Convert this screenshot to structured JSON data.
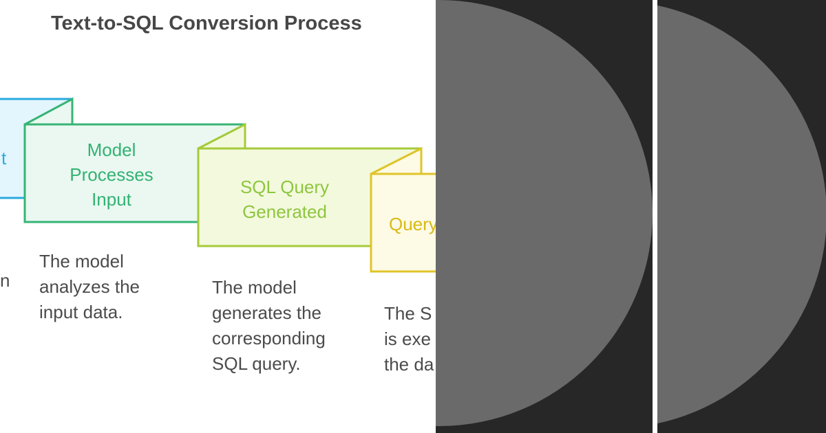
{
  "title": "Text-to-SQL Conversion Process",
  "diagram": {
    "steps": [
      {
        "id": 1,
        "label_fragment": "t",
        "description_fragment": "n",
        "text_color": "#2baadf",
        "border_color": "#29aadf",
        "fill_color": "#e3f6fd"
      },
      {
        "id": 2,
        "label_lines": [
          "Model",
          "Processes",
          "Input"
        ],
        "description_lines": [
          "The model",
          "analyzes the",
          "input data."
        ],
        "text_color": "#33b273",
        "border_color": "#36b475",
        "fill_color": "#eaf8f1"
      },
      {
        "id": 3,
        "label_lines": [
          "SQL Query",
          "Generated"
        ],
        "description_lines": [
          "The model",
          "generates the",
          "corresponding",
          "SQL query."
        ],
        "text_color": "#8dc63f",
        "border_color": "#a4ca39",
        "fill_color": "#f3f9dd"
      },
      {
        "id": 4,
        "label_fragment": "Query",
        "description_lines": [
          "The S",
          "is exe",
          "the da"
        ],
        "text_color": "#d9ba16",
        "border_color": "#e0c428",
        "fill_color": "#fdfae5"
      }
    ],
    "description_text_color": "#4b4b4b",
    "title_color": "#474747"
  },
  "right_panels": {
    "background_color": "#272727",
    "circle_color": "#6a6a6a",
    "separator_color": "#ffffff",
    "panels": [
      {
        "id": 1
      },
      {
        "id": 2
      }
    ]
  }
}
